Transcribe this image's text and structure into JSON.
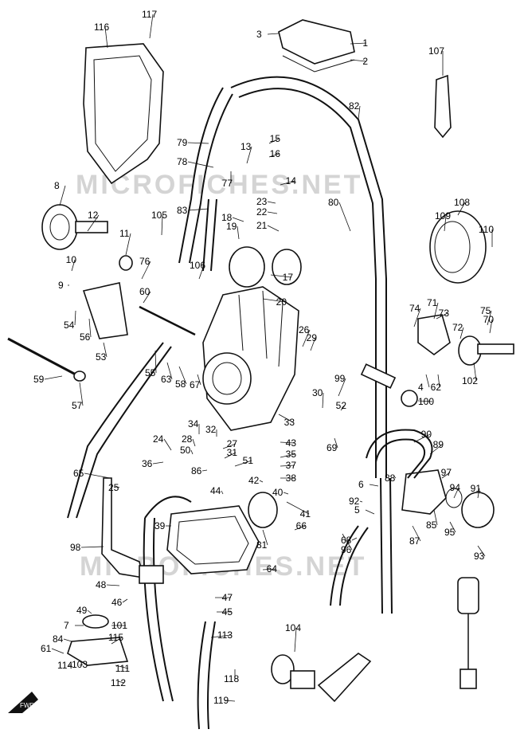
{
  "watermark": "MICROFICHES.NET",
  "fwd_label": "FWD",
  "callouts": [
    "117",
    "116",
    "3",
    "1",
    "2",
    "107",
    "82",
    "79",
    "13",
    "15",
    "16",
    "78",
    "77",
    "14",
    "23",
    "22",
    "80",
    "18",
    "21",
    "83",
    "105",
    "19",
    "108",
    "109",
    "110",
    "8",
    "12",
    "11",
    "10",
    "76",
    "60",
    "106",
    "9",
    "54",
    "56",
    "53",
    "59",
    "57",
    "55",
    "63",
    "58",
    "67",
    "17",
    "20",
    "26",
    "29",
    "74",
    "71",
    "73",
    "75",
    "72",
    "70",
    "102",
    "4",
    "62",
    "99",
    "52",
    "100",
    "30",
    "33",
    "34",
    "28",
    "32",
    "50",
    "24",
    "27",
    "31",
    "86",
    "51",
    "36",
    "43",
    "35",
    "37",
    "38",
    "42",
    "40",
    "41",
    "66",
    "65",
    "25",
    "44",
    "39",
    "81",
    "64",
    "98",
    "96",
    "87",
    "90",
    "89",
    "97",
    "94",
    "91",
    "88",
    "92",
    "85",
    "95",
    "93",
    "5",
    "6",
    "68",
    "69",
    "48",
    "46",
    "47",
    "45",
    "49",
    "7",
    "101",
    "84",
    "115",
    "61",
    "114",
    "103",
    "111",
    "112",
    "113",
    "104",
    "118",
    "119"
  ]
}
